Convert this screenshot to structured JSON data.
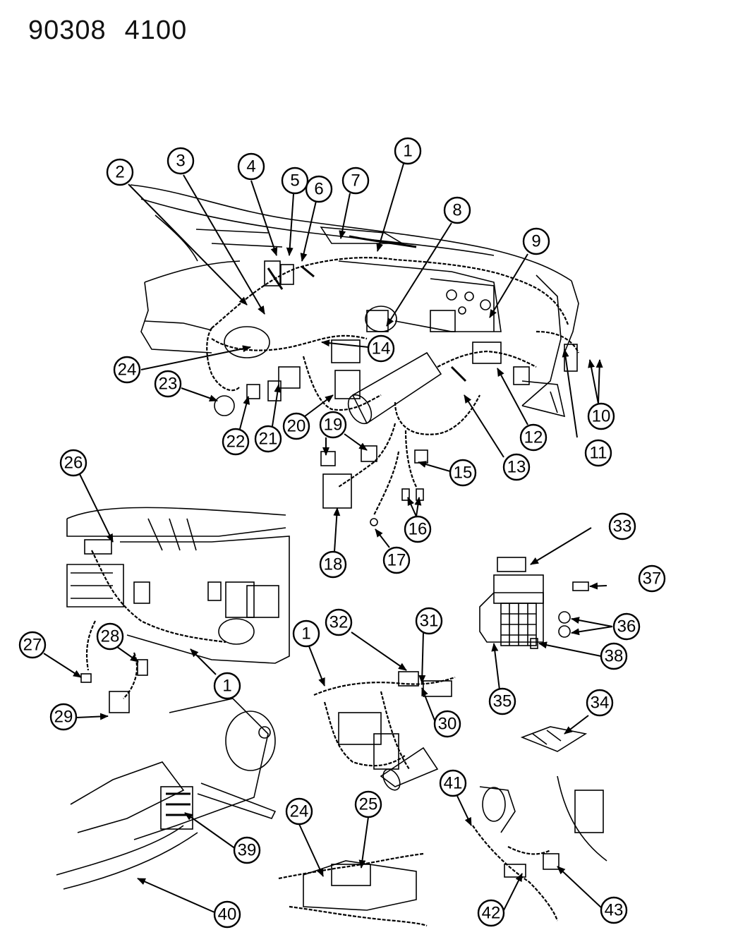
{
  "header": {
    "code_left": "90308",
    "code_right": "4100"
  },
  "callouts": [
    "1",
    "2",
    "3",
    "4",
    "5",
    "6",
    "7",
    "8",
    "9",
    "10",
    "11",
    "12",
    "13",
    "14",
    "15",
    "16",
    "17",
    "18",
    "19",
    "20",
    "21",
    "22",
    "23",
    "24",
    "26",
    "27",
    "28",
    "29",
    "1",
    "32",
    "31",
    "30",
    "33",
    "37",
    "36",
    "38",
    "35",
    "34",
    "1",
    "39",
    "40",
    "41",
    "42",
    "43",
    "24",
    "25"
  ]
}
